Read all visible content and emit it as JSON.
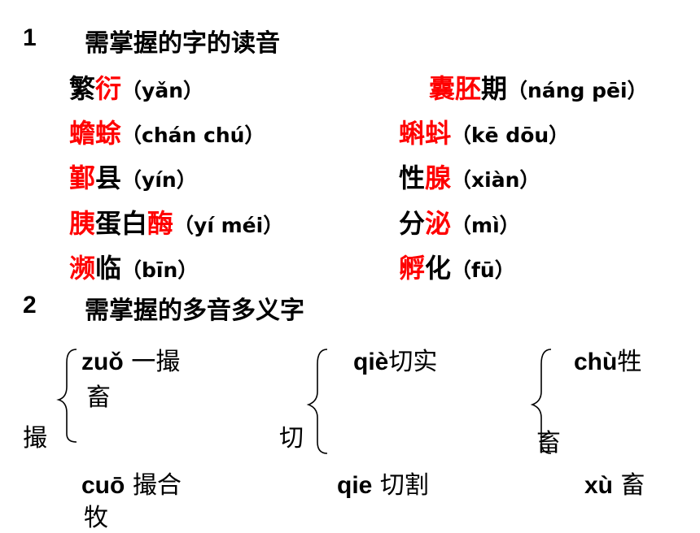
{
  "section1": {
    "number": "1",
    "title": "需掌握的字的读音"
  },
  "rows": [
    {
      "left": [
        {
          "t": "繁",
          "r": false
        },
        {
          "t": "衍",
          "r": true
        },
        {
          "t": "（yǎn）",
          "r": false
        }
      ],
      "right": [
        {
          "t": "囊胚",
          "r": true
        },
        {
          "t": "期",
          "r": false
        },
        {
          "t": "（náng pēi）",
          "r": false
        }
      ]
    },
    {
      "left": [
        {
          "t": "蟾蜍",
          "r": true
        },
        {
          "t": "（chán chú）",
          "r": false
        }
      ],
      "right": [
        {
          "t": "蝌蚪",
          "r": true
        },
        {
          "t": "（kē  dōu）",
          "r": false
        }
      ]
    },
    {
      "left": [
        {
          "t": "鄞",
          "r": true
        },
        {
          "t": "县（yín）",
          "r": false
        }
      ],
      "right": [
        {
          "t": "性",
          "r": false
        },
        {
          "t": "腺",
          "r": true
        },
        {
          "t": "（xiàn）",
          "r": false
        }
      ]
    },
    {
      "left": [
        {
          "t": "胰",
          "r": true
        },
        {
          "t": "蛋白",
          "r": false
        },
        {
          "t": "酶",
          "r": true
        },
        {
          "t": "（yí méi）",
          "r": false
        }
      ],
      "right": [
        {
          "t": "分",
          "r": false
        },
        {
          "t": "泌",
          "r": true
        },
        {
          "t": "（mì）",
          "r": false
        }
      ]
    },
    {
      "left": [
        {
          "t": "濒",
          "r": true
        },
        {
          "t": "临（bīn）",
          "r": false
        }
      ],
      "right": [
        {
          "t": "孵",
          "r": true
        },
        {
          "t": "化（fū）",
          "r": false
        }
      ]
    }
  ],
  "section2": {
    "number": "2",
    "title": "需掌握的多音多义字"
  },
  "groups": [
    {
      "char": "撮",
      "top_pinyin": "zuǒ",
      "top_word": " 一撮",
      "top_wrap": "畜",
      "bottom_pinyin": "cuō",
      "bottom_word": " 撮合",
      "bottom_wrap": "牧"
    },
    {
      "char": "切",
      "top_pinyin": "qiè",
      "top_word": "切实",
      "bottom_pinyin": "qie",
      "bottom_word": " 切割"
    },
    {
      "char": "畜",
      "top_pinyin": "chù",
      "top_word": "牲",
      "bottom_pinyin": "xù",
      "bottom_word": " 畜"
    }
  ]
}
